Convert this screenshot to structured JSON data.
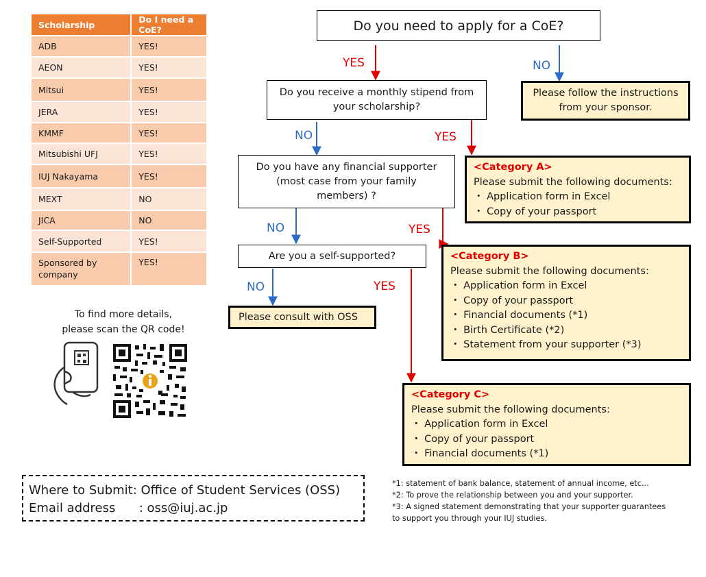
{
  "table": {
    "headers": [
      "Scholarship",
      "Do I need a CoE?"
    ],
    "rows": [
      {
        "name": "ADB",
        "coe": "YES!"
      },
      {
        "name": "AEON",
        "coe": "YES!"
      },
      {
        "name": "Mitsui",
        "coe": "YES!"
      },
      {
        "name": "JERA",
        "coe": "YES!"
      },
      {
        "name": "KMMF",
        "coe": "YES!"
      },
      {
        "name": "Mitsubishi UFJ",
        "coe": "YES!"
      },
      {
        "name": "IUJ Nakayama",
        "coe": "YES!"
      },
      {
        "name": "MEXT",
        "coe": "NO"
      },
      {
        "name": "JICA",
        "coe": "NO"
      },
      {
        "name": "Self-Supported",
        "coe": "YES!"
      },
      {
        "name": "Sponsored by company",
        "coe": "YES!"
      }
    ]
  },
  "qr_caption": [
    "To find more details,",
    "please scan the QR code!"
  ],
  "icons": [
    "phone-scan-icon",
    "qr-code-icon",
    "info-icon"
  ],
  "submit": {
    "where": "Where to Submit: Office of Student Services (OSS)",
    "email": "Email address      : oss@iuj.ac.jp"
  },
  "notes": [
    "*1: statement of bank balance, statement of annual income, etc...",
    "*2: To prove the relationship between you and your supporter.",
    "*3: A signed statement demonstrating that your supporter guarantees",
    "to support you through your IUJ studies."
  ],
  "flow": {
    "q1": "Do you need to apply for a CoE?",
    "q2": [
      "Do you receive a monthly stipend from",
      "your scholarship?"
    ],
    "q3": [
      "Do you have any financial supporter",
      "(most case from your family",
      "members) ?"
    ],
    "q4": "Are you a self-supported?",
    "sponsor": [
      "Please follow the instructions",
      "from your sponsor."
    ],
    "consult": "Please consult with OSS",
    "yes": "YES",
    "no": "NO",
    "colors": {
      "yes": "#e00000",
      "no": "#2e6bc4",
      "fill": "#fff2cc"
    }
  },
  "categories": {
    "a": {
      "title": "<Category A>",
      "intro": "Please submit the following documents:",
      "items": [
        "・ Application form in Excel",
        "・ Copy of your passport"
      ]
    },
    "b": {
      "title": "<Category B>",
      "intro": "Please submit the following documents:",
      "items": [
        "・ Application form in Excel",
        "・ Copy of your passport",
        "・ Financial documents (*1)",
        "・ Birth Certificate (*2)",
        "・ Statement from your supporter (*3)"
      ]
    },
    "c": {
      "title": "<Category C>",
      "intro": "Please submit the following documents:",
      "items": [
        "・ Application form in Excel",
        "・ Copy of your passport",
        "・ Financial documents (*1)"
      ]
    }
  }
}
